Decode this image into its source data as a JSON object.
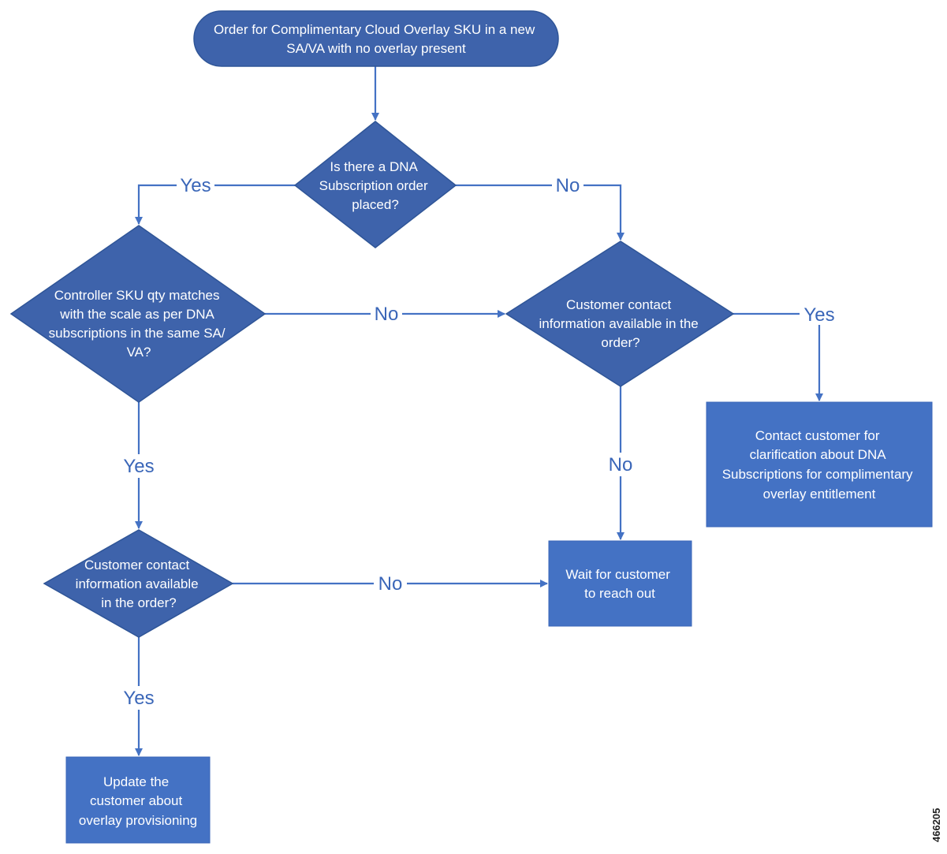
{
  "figure_id": "466205",
  "colors": {
    "shape": "#3e63ab",
    "box": "#4472c4",
    "edge": "#4472c4",
    "label": "#3a66b8",
    "text": "#ffffff"
  },
  "nodes": {
    "start": {
      "lines": [
        "Order for Complimentary Cloud Overlay SKU in a new",
        "SA/VA with no overlay present"
      ]
    },
    "dna_order": {
      "lines": [
        "Is there a DNA",
        "Subscription order",
        "placed?"
      ]
    },
    "sku_match": {
      "lines": [
        "Controller SKU qty matches",
        "with the scale as per DNA",
        "subscriptions in the same SA/",
        "VA?"
      ]
    },
    "contact_right": {
      "lines": [
        "Customer contact",
        "information available in the",
        "order?"
      ]
    },
    "contact_left": {
      "lines": [
        "Customer contact",
        "information available",
        "in the order?"
      ]
    },
    "clarify": {
      "lines": [
        "Contact customer for",
        "clarification about DNA",
        "Subscriptions for complimentary",
        "overlay entitlement"
      ]
    },
    "wait": {
      "lines": [
        "Wait for customer",
        "to reach out"
      ]
    },
    "update": {
      "lines": [
        "Update the",
        "customer about",
        "overlay provisioning"
      ]
    }
  },
  "edges": {
    "dna_yes": "Yes",
    "dna_no": "No",
    "sku_no": "No",
    "sku_yes": "Yes",
    "contact_right_yes": "Yes",
    "contact_right_no": "No",
    "contact_left_no": "No",
    "contact_left_yes": "Yes"
  }
}
